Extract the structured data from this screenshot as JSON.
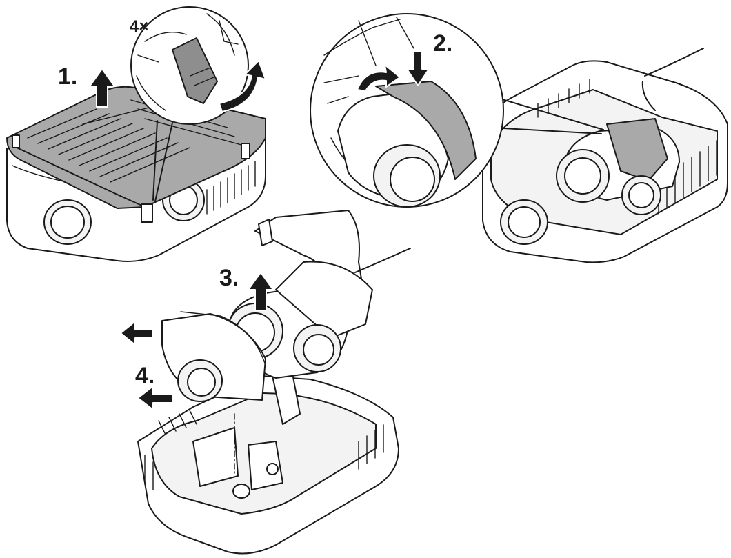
{
  "steps": [
    {
      "label": "1."
    },
    {
      "label": "2."
    },
    {
      "label": "3."
    },
    {
      "label": "4."
    }
  ],
  "callout": {
    "count_label": "4×"
  },
  "colors": {
    "line": "#1a1a1a",
    "cover": "#a9a9a9",
    "clip": "#8e8e8e",
    "background": "#ffffff"
  }
}
